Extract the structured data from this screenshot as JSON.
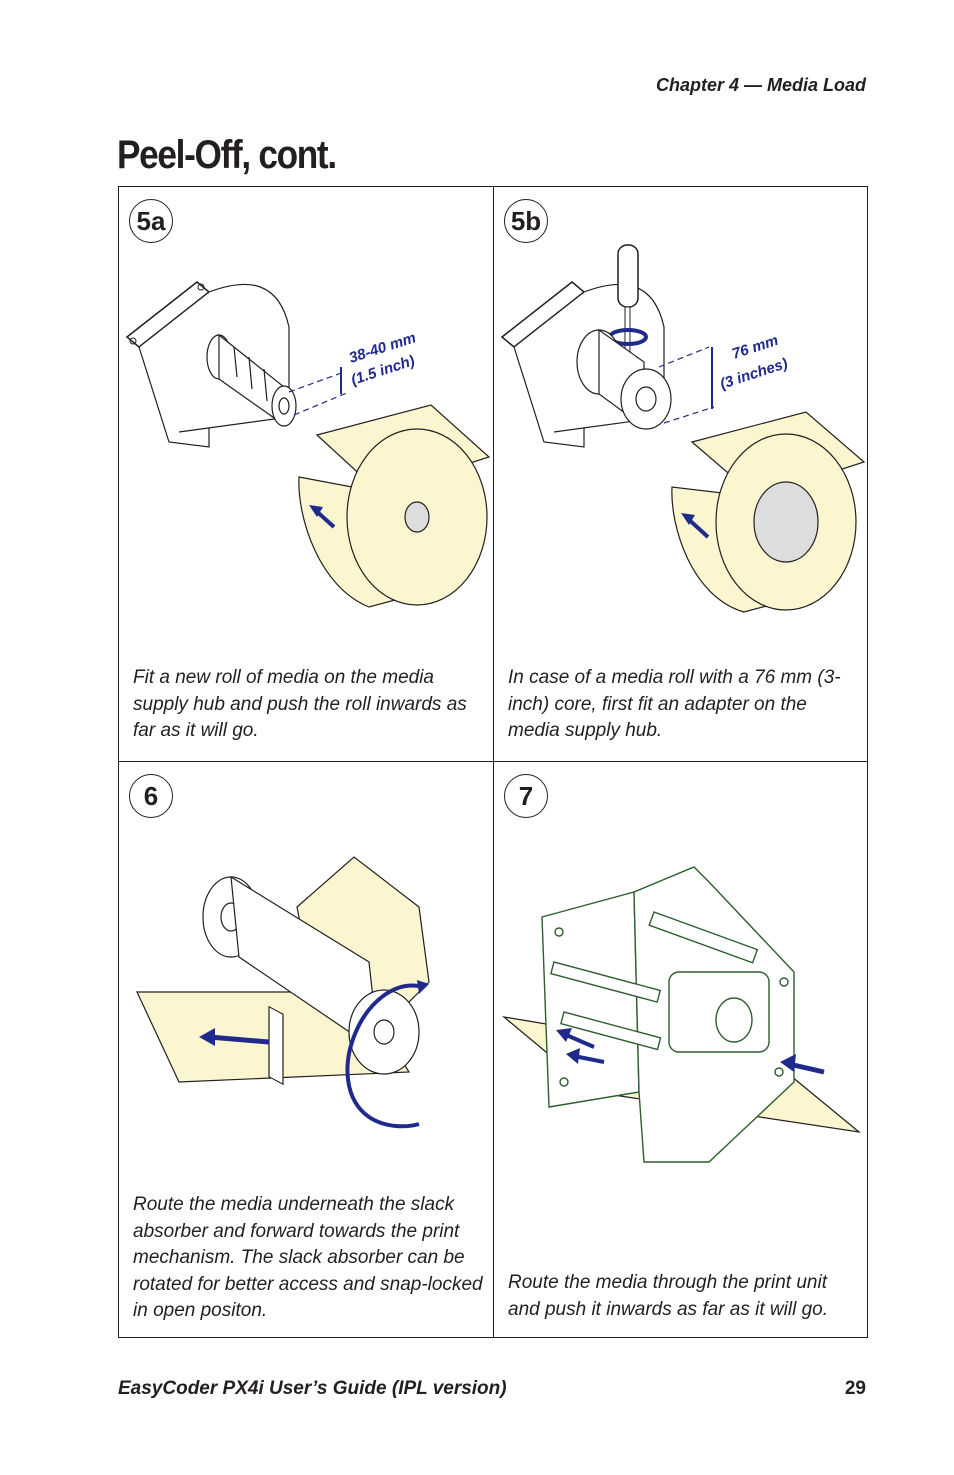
{
  "header": {
    "chapter": "Chapter 4 — Media Load"
  },
  "page_title": "Peel-Off, cont.",
  "steps": [
    {
      "label": "5a",
      "caption": "Fit a new roll of media on the media supply hub and push the roll inwards as far as it will go.",
      "dim_line1": "38-40 mm",
      "dim_line2": "(1.5 inch)"
    },
    {
      "label": "5b",
      "caption": "In case of a media roll with a 76 mm (3-inch) core, first fit an adapter on the media supply hub.",
      "dim_line1": "76 mm",
      "dim_line2": "(3 inches)"
    },
    {
      "label": "6",
      "caption": "Route the media underneath the slack absorber and forward towards the print mechanism. The slack absorber can be rotated for better access and snap-locked in open positon."
    },
    {
      "label": "7",
      "caption": "Route the media through the print unit and push it inwards as far as it will go."
    }
  ],
  "footer": {
    "guide_title": "EasyCoder PX4i User’s Guide (IPL version)",
    "page_number": "29"
  },
  "colors": {
    "media": "#fbf6cf",
    "arrow": "#1f2a8c",
    "frame": "#2e5d2e",
    "ink": "#231f20"
  }
}
